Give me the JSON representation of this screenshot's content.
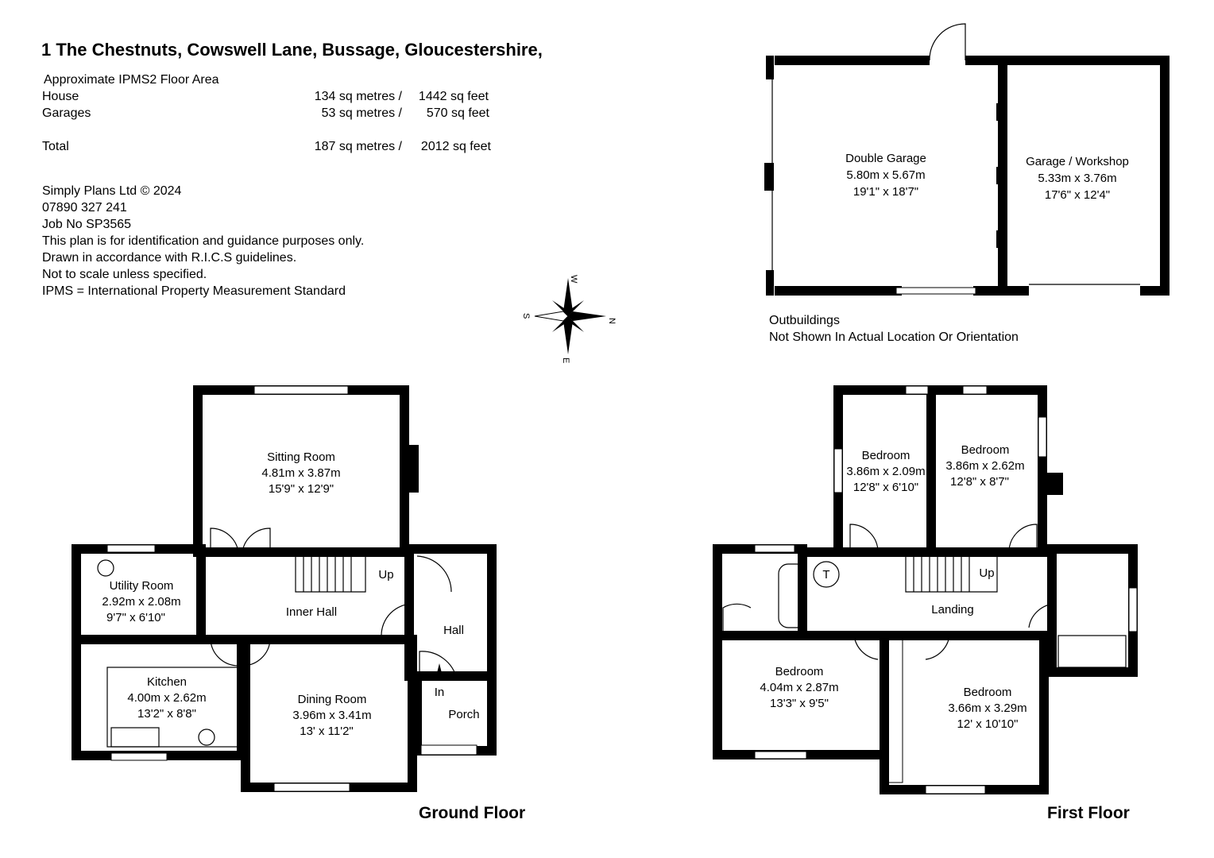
{
  "header": {
    "title": "1 The Chestnuts, Cowswell Lane, Bussage, Gloucestershire,"
  },
  "areas": {
    "heading": "Approximate IPMS2 Floor Area",
    "rows": [
      {
        "label": "House",
        "metric": "134 sq metres /",
        "imperial": "1442 sq feet"
      },
      {
        "label": "Garages",
        "metric": "53 sq metres /",
        "imperial": "570 sq feet"
      },
      {
        "label": "Total",
        "metric": "187 sq metres /",
        "imperial": "2012 sq feet"
      }
    ]
  },
  "notes": [
    "Simply Plans Ltd © 2024",
    "07890 327 241",
    "Job No SP3565",
    "This plan is for identification and guidance purposes only.",
    "Drawn in accordance with R.I.C.S guidelines.",
    "Not to scale unless specified.",
    "IPMS = International Property Measurement Standard"
  ],
  "compass": {
    "w": "W",
    "s": "S",
    "n": "N",
    "e": "E"
  },
  "outbuildings": {
    "note1": "Outbuildings",
    "note2": "Not Shown In Actual Location Or Orientation",
    "rooms": [
      {
        "name": "Double Garage",
        "metric": "5.80m x 5.67m",
        "imperial": "19'1\" x 18'7\""
      },
      {
        "name": "Garage / Workshop",
        "metric": "5.33m x 3.76m",
        "imperial": "17'6\" x 12'4\""
      }
    ]
  },
  "ground_floor": {
    "label": "Ground Floor",
    "rooms": [
      {
        "name": "Sitting Room",
        "metric": "4.81m x 3.87m",
        "imperial": "15'9\" x 12'9\""
      },
      {
        "name": "Utility Room",
        "metric": "2.92m x 2.08m",
        "imperial": "9'7\" x 6'10\""
      },
      {
        "name": "Kitchen",
        "metric": "4.00m x 2.62m",
        "imperial": "13'2\" x 8'8\""
      },
      {
        "name": "Dining Room",
        "metric": "3.96m x 3.41m",
        "imperial": "13' x 11'2\""
      }
    ],
    "inner_hall": "Inner Hall",
    "hall": "Hall",
    "porch": "Porch",
    "up": "Up",
    "in": "In"
  },
  "first_floor": {
    "label": "First Floor",
    "rooms": [
      {
        "name": "Bedroom",
        "metric": "3.86m x 2.09m",
        "imperial": "12'8\" x 6'10\""
      },
      {
        "name": "Bedroom",
        "metric": "3.86m x 2.62m",
        "imperial": "12'8\" x 8'7\""
      },
      {
        "name": "Bedroom",
        "metric": "4.04m x 2.87m",
        "imperial": "13'3\" x 9'5\""
      },
      {
        "name": "Bedroom",
        "metric": "3.66m x 3.29m",
        "imperial": "12' x 10'10\""
      }
    ],
    "landing": "Landing",
    "up": "Up",
    "tank": "T"
  }
}
